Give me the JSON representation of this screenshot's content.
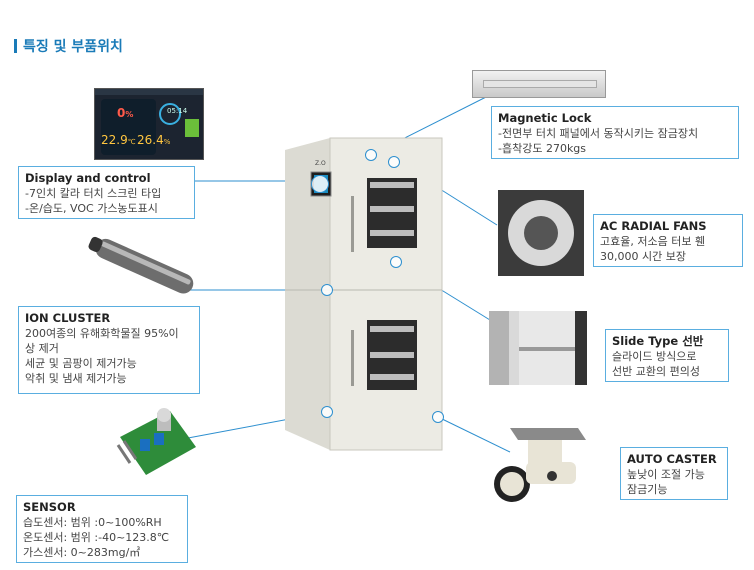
{
  "heading": "특징 및 부품위치",
  "display_ui": {
    "pct": "0",
    "unit": "%",
    "temp": "22.9",
    "temp_unit": "℃",
    "hum": "26.4",
    "hum_unit": "%",
    "time": "05:14",
    "cabinet_logo": "Z.O"
  },
  "callouts": {
    "display": {
      "title": "Display and control",
      "lines": [
        "-7인치 칼라 터치 스크린 타입",
        "-온/습도, VOC 가스농도표시"
      ]
    },
    "ion": {
      "title": "ION CLUSTER",
      "lines": [
        "200여종의 유해화학물질 95%이",
        "상 제거",
        "세균 및 곰팡이 제거가능",
        "악취 및 냄새 제거가능"
      ]
    },
    "sensor": {
      "title": "SENSOR",
      "lines": [
        "습도센서: 범위 :0~100%RH",
        "온도센서: 범위 :-40~123.8℃",
        "가스센서: 0~283mg/㎥"
      ]
    },
    "lock": {
      "title": "Magnetic Lock",
      "lines": [
        "-전면부 터치 패널에서 동작시키는 잠금장치",
        "-흡착강도 270kgs"
      ]
    },
    "fans": {
      "title": "AC RADIAL FANS",
      "lines": [
        "고효율, 저소음 터보 휀",
        "30,000 시간 보장"
      ]
    },
    "slide": {
      "title": "Slide Type 선반",
      "lines": [
        "슬라이드 방식으로",
        "선반 교환의 편의성"
      ]
    },
    "caster": {
      "title": "AUTO CASTER",
      "lines": [
        "높낮이 조절 가능",
        "잠금기능"
      ]
    }
  },
  "colors": {
    "accent": "#1a7bb8",
    "line": "#2d8fcf",
    "cabinet": "#ecebe4"
  }
}
